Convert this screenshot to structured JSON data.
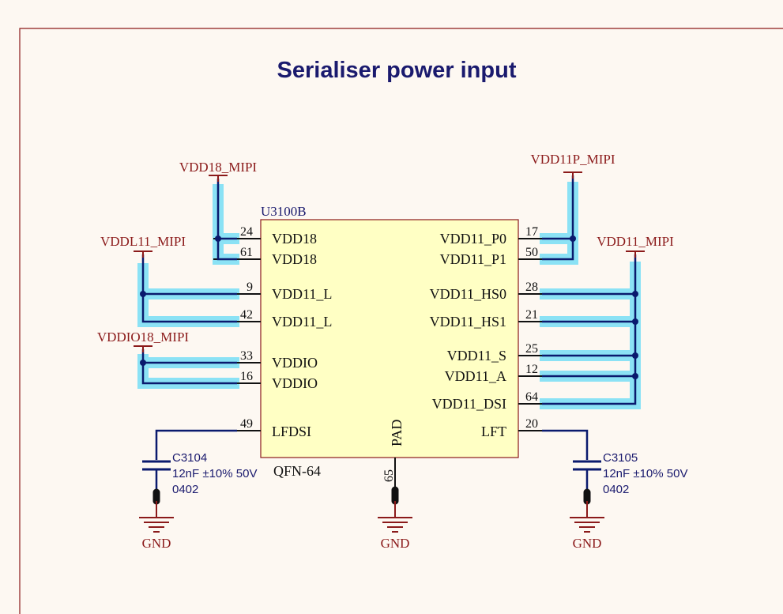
{
  "title": "Serialiser power input",
  "component": {
    "ref": "U3100B",
    "package": "QFN-64",
    "colors": {
      "body": "#ffffc4",
      "border": "#8b1a1a",
      "highlight": "#8be2f5",
      "wire": "#0a1a6e",
      "net_label": "#8b1a1a"
    },
    "left_pins": [
      {
        "num": "24",
        "name": "VDD18"
      },
      {
        "num": "61",
        "name": "VDD18"
      },
      {
        "num": "9",
        "name": "VDD11_L"
      },
      {
        "num": "42",
        "name": "VDD11_L"
      },
      {
        "num": "33",
        "name": "VDDIO"
      },
      {
        "num": "16",
        "name": "VDDIO"
      },
      {
        "num": "49",
        "name": "LFDSI"
      }
    ],
    "right_pins": [
      {
        "num": "17",
        "name": "VDD11_P0"
      },
      {
        "num": "50",
        "name": "VDD11_P1"
      },
      {
        "num": "28",
        "name": "VDD11_HS0"
      },
      {
        "num": "21",
        "name": "VDD11_HS1"
      },
      {
        "num": "25",
        "name": "VDD11_S"
      },
      {
        "num": "12",
        "name": "VDD11_A"
      },
      {
        "num": "64",
        "name": "VDD11_DSI"
      },
      {
        "num": "20",
        "name": "LFT"
      }
    ],
    "bottom_pin": {
      "num": "65",
      "name": "PAD"
    }
  },
  "nets": {
    "vdd18_mipi": "VDD18_MIPI",
    "vddl11_mipi": "VDDL11_MIPI",
    "vddio18_mipi": "VDDIO18_MIPI",
    "vdd11p_mipi": "VDD11P_MIPI",
    "vdd11_mipi": "VDD11_MIPI",
    "gnd_left": "GND",
    "gnd_center": "GND",
    "gnd_right": "GND"
  },
  "capacitors": [
    {
      "ref": "C3104",
      "value": "12nF ±10% 50V",
      "footprint": "0402"
    },
    {
      "ref": "C3105",
      "value": "12nF ±10% 50V",
      "footprint": "0402"
    }
  ]
}
